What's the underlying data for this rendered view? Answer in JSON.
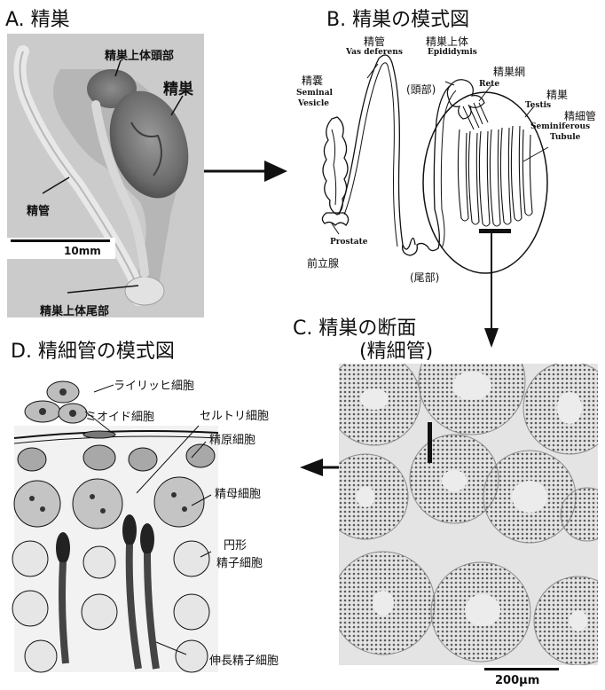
{
  "panel_a": {
    "title": "A. 精巣",
    "labels": {
      "caput": "精巣上体頭部",
      "testis": "精巣",
      "vas": "精管",
      "cauda": "精巣上体尾部"
    },
    "scale_bar": "10mm"
  },
  "panel_b": {
    "title": "B. 精巣の模式図",
    "labels": {
      "vas_ja": "精管",
      "vas_en": "Vas deferens",
      "epi_ja": "精巣上体",
      "epi_en": "Epididymis",
      "head": "(頭部)",
      "rete_ja": "精巣網",
      "rete_en": "Rete",
      "vesicle_ja": "精嚢",
      "vesicle_en1": "Seminal",
      "vesicle_en2": "Vesicle",
      "testis_ja": "精巣",
      "testis_en": "Testis",
      "tubule_ja": "精細管",
      "tubule_en1": "Seminiferous",
      "tubule_en2": "Tubule",
      "prostate_en": "Prostate",
      "prostate_ja": "前立腺",
      "tail": "(尾部)"
    }
  },
  "panel_c": {
    "title_line1": "C. 精巣の断面",
    "title_line2": "(精細管)",
    "scale_bar": "200μm"
  },
  "panel_d": {
    "title": "D. 精細管の模式図",
    "labels": {
      "leydig": "ライリッヒ細胞",
      "myoid": "ミオイド細胞",
      "sertoli": "セルトリ細胞",
      "spermatogonia": "精原細胞",
      "spermatocyte": "精母細胞",
      "round1": "円形",
      "round2": "精子細胞",
      "elongate": "伸長精子細胞"
    }
  },
  "colors": {
    "photo_bg": "#c9c9c9",
    "line": "#111111",
    "histo_bg": "#dcdcdc",
    "histo_cell": "#6a6a6a"
  }
}
